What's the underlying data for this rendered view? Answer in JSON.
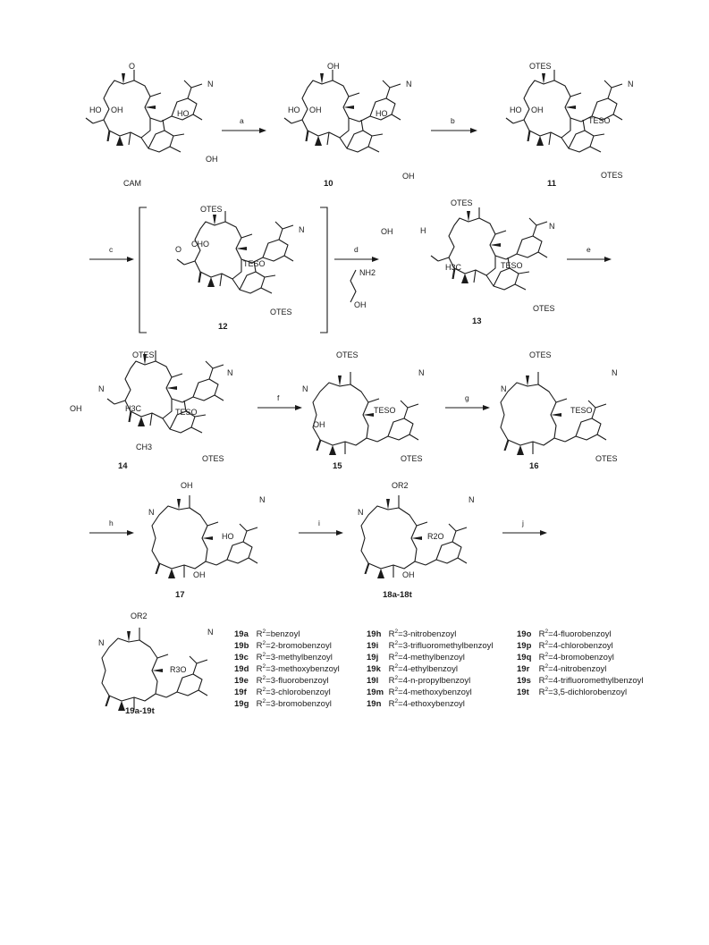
{
  "step_labels": [
    "a",
    "b",
    "c",
    "d",
    "e",
    "f",
    "g",
    "h",
    "i",
    "j"
  ],
  "compound_labels": {
    "cam": "CAM",
    "c10": "10",
    "c11": "11",
    "c12": "12",
    "c13": "13",
    "c14": "14",
    "c15": "15",
    "c16": "16",
    "c17": "17",
    "c18": "18a-18t",
    "c19": "19a-19t"
  },
  "atom_labels": {
    "O": "O",
    "OH": "OH",
    "HO": "HO",
    "N": "N",
    "OTES": "OTES",
    "TESO": "TESO",
    "CHO": "CHO",
    "H3C": "H3C",
    "CH3": "CH3",
    "NH2": "NH2",
    "H": "H",
    "OR2": "OR2",
    "R2O": "R2O",
    "R3O": "R3O"
  },
  "legend": {
    "col1": [
      {
        "id": "19a",
        "r": "R",
        "sup": "2",
        "sub": "=benzoyl"
      },
      {
        "id": "19b",
        "r": "R",
        "sup": "2",
        "sub": "=2-bromobenzoyl"
      },
      {
        "id": "19c",
        "r": "R",
        "sup": "2",
        "sub": "=3-methylbenzoyl"
      },
      {
        "id": "19d",
        "r": "R",
        "sup": "2",
        "sub": "=3-methoxybenzoyl"
      },
      {
        "id": "19e",
        "r": "R",
        "sup": "2",
        "sub": "=3-fluorobenzoyl"
      },
      {
        "id": "19f",
        "r": "R",
        "sup": "2",
        "sub": "=3-chlorobenzoyl"
      },
      {
        "id": "19g",
        "r": "R",
        "sup": "2",
        "sub": "=3-bromobenzoyl"
      }
    ],
    "col2": [
      {
        "id": "19h",
        "r": "R",
        "sup": "2",
        "sub": "=3-nitrobenzoyl"
      },
      {
        "id": "19i",
        "r": "R",
        "sup": "2",
        "sub": "=3-trifluoromethylbenzoyl"
      },
      {
        "id": "19j",
        "r": "R",
        "sup": "2",
        "sub": "=4-methylbenzoyl"
      },
      {
        "id": "19k",
        "r": "R",
        "sup": "2",
        "sub": "=4-ethylbenzoyl"
      },
      {
        "id": "19l",
        "r": "R",
        "sup": "2",
        "sub": "=4-n-propylbenzoyl"
      },
      {
        "id": "19m",
        "r": "R",
        "sup": "2",
        "sub": "=4-methoxybenzoyl"
      },
      {
        "id": "19n",
        "r": "R",
        "sup": "2",
        "sub": "=4-ethoxybenzoyl"
      }
    ],
    "col3": [
      {
        "id": "19o",
        "r": "R",
        "sup": "2",
        "sub": "=4-fluorobenzoyl"
      },
      {
        "id": "19p",
        "r": "R",
        "sup": "2",
        "sub": "=4-chlorobenzoyl"
      },
      {
        "id": "19q",
        "r": "R",
        "sup": "2",
        "sub": "=4-bromobenzoyl"
      },
      {
        "id": "19r",
        "r": "R",
        "sup": "2",
        "sub": "=4-nitrobenzoyl"
      },
      {
        "id": "19s",
        "r": "R",
        "sup": "2",
        "sub": "=4-trifluoromethylbenzoyl"
      },
      {
        "id": "19t",
        "r": "R",
        "sup": "2",
        "sub": "=3,5-dichlorobenzoyl"
      }
    ]
  }
}
